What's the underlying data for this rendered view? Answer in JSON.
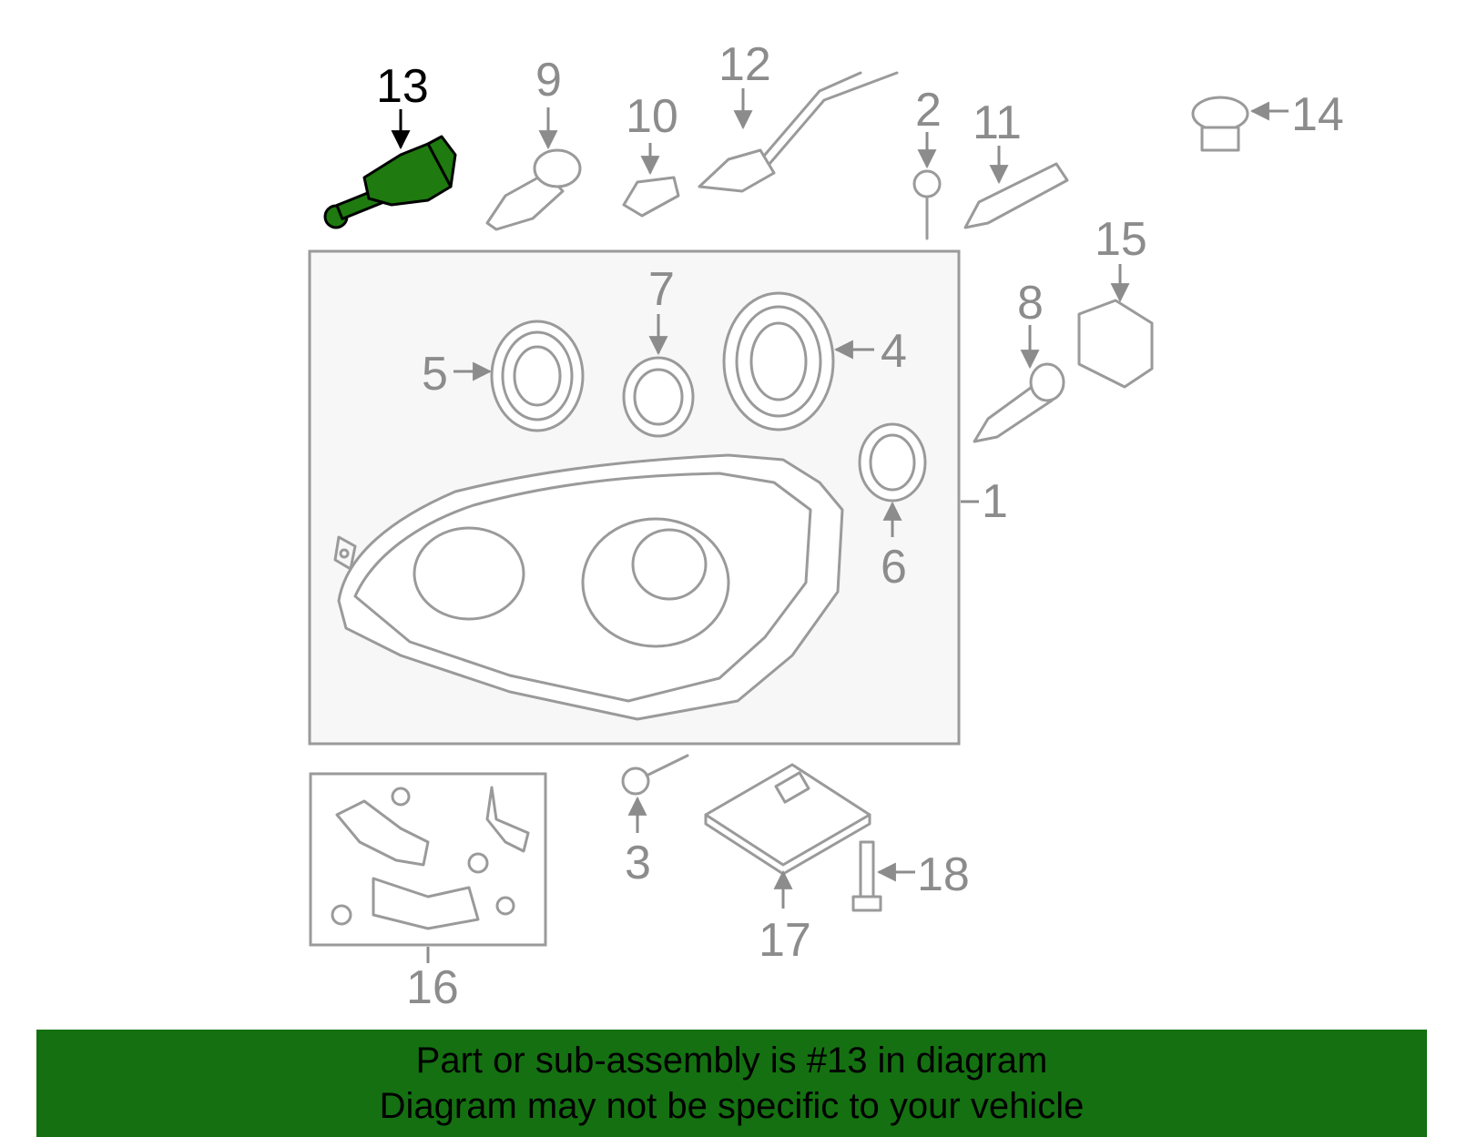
{
  "diagram": {
    "highlighted_part": "13",
    "callouts": [
      "1",
      "2",
      "3",
      "4",
      "5",
      "6",
      "7",
      "8",
      "9",
      "10",
      "11",
      "12",
      "13",
      "14",
      "15",
      "16",
      "17",
      "18"
    ],
    "colors": {
      "highlight": "#1f7a0f",
      "banner": "#157012",
      "line": "#9a9a9a"
    }
  },
  "banner": {
    "line1": "Part or sub-assembly is #13 in diagram",
    "line2": "Diagram may not be specific to your vehicle"
  }
}
